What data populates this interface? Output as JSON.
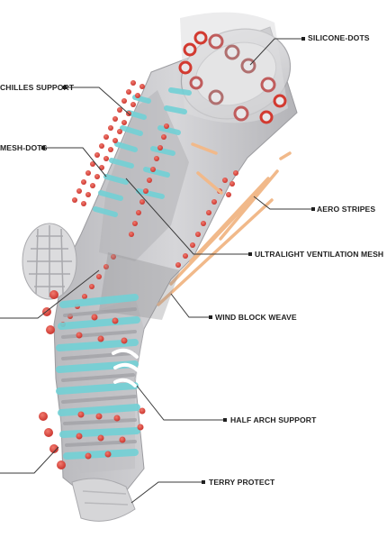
{
  "labels": {
    "silicone_dots": "SILICONE-DOTS",
    "achilles_support": "CHILLES SUPPORT",
    "mesh_dots": "MESH-DOTS",
    "aero_stripes": "AERO STRIPES",
    "ultralight_mesh": "ULTRALIGHT VENTILATION MESH",
    "wind_block": "WIND BLOCK WEAVE",
    "half_arch": "HALF ARCH SUPPORT",
    "terry_protect": "TERRY PROTECT"
  },
  "colors": {
    "sock_body": "#c9c9cb",
    "sock_shade": "#a9a9ad",
    "mesh_red": "#e2463a",
    "mesh_cyan": "#72d1d6",
    "aero_orange": "#f1b98a",
    "leader_line": "#3a3a3a",
    "heel_cup": "#dcdcde",
    "toe_cap": "#d6d6d8"
  }
}
